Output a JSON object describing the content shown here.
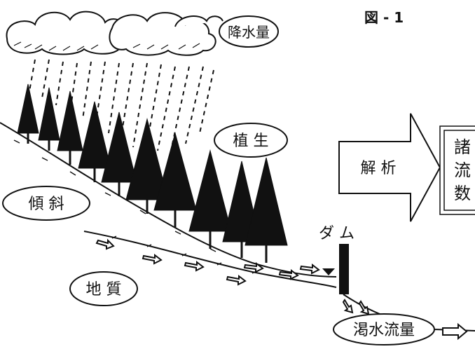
{
  "figure_label": "図 - 1",
  "labels": {
    "rainfall": "降水量",
    "vegetation": "植 生",
    "slope": "傾 斜",
    "geology": "地 質",
    "dam": "ダ ム",
    "low_flow": "渇水流量",
    "analysis": "解 析"
  },
  "result_box": {
    "chars": [
      "諸",
      "流",
      "数"
    ]
  },
  "colors": {
    "ink": "#111111",
    "background": "#ffffff"
  }
}
